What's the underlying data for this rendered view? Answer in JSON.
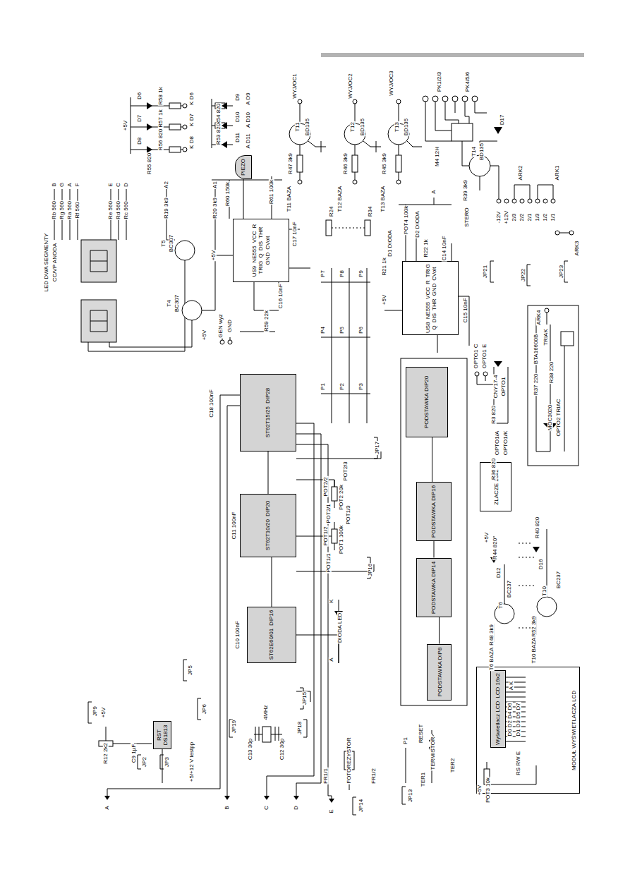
{
  "diagram": {
    "nodes": [
      {
        "text": [
          "ST62T15/25",
          "DIP28"
        ]
      },
      {
        "text": [
          "ST62T10/20",
          "DIP20"
        ]
      },
      {
        "text": [
          "ST62E60/01",
          "DIP16"
        ]
      },
      {
        "text": [
          "PIEZO"
        ]
      },
      {
        "text": [
          "US9",
          "NE555",
          "VCC",
          "R",
          "TRIG",
          "Q",
          "DIS",
          "THR",
          "GND",
          "CVolt"
        ]
      },
      {
        "text": [
          "US8",
          "NE555",
          "VCC",
          "R",
          "TRIG",
          "Q",
          "DIS",
          "THR",
          "GND",
          "CVolt"
        ]
      },
      {
        "text": [
          "PODSTAWKA DIP20"
        ]
      },
      {
        "text": [
          "PODSTAWKA DIP16"
        ]
      },
      {
        "text": [
          "PODSTAWKA DIP14"
        ]
      },
      {
        "text": [
          "PODSTAWKA DIP8"
        ]
      },
      {
        "text": [
          "ZLACZE 10x2"
        ]
      },
      {
        "text": [
          "RST",
          "DS1813"
        ]
      },
      {
        "text": [
          "MODUŁ WYŚWIETLACZA LCD"
        ]
      },
      {
        "text": [
          "Wyświetlacz LCD",
          "LCD 16x2"
        ],
        "in": 12
      }
    ],
    "edges": [
      {
        "from": 0,
        "to": 1,
        "arrow": "none"
      },
      {
        "from": 1,
        "to": 2,
        "arrow": "none"
      },
      {
        "from": 3,
        "to": 4,
        "arrow": "none"
      },
      {
        "from": 6,
        "to": 7,
        "arrow": "none"
      },
      {
        "from": 7,
        "to": 8,
        "arrow": "none"
      },
      {
        "from": 8,
        "to": 9,
        "arrow": "none"
      }
    ],
    "labels": [
      "B",
      "G",
      "A",
      "F",
      "Rb 560",
      "Rg 560",
      "Ra 560",
      "Rf 560",
      "E",
      "C",
      "D",
      "Re 560",
      "Rd 560",
      "Rc 560",
      "LED DWA SEGMENTY",
      "CC/VP ANODA",
      "A2",
      "R19 3k9",
      "T5",
      "BC307",
      "T4",
      "BC307",
      "+5V",
      "A1",
      "R20 3k9",
      "+5V",
      "D6",
      "R58 1k",
      "K D6",
      "D7",
      "R57 1k",
      "K D7",
      "D8",
      "R56 820",
      "K D8",
      "R55 820",
      "R54 820",
      "R53 820",
      "A D9",
      "A D10",
      "A D11",
      "D9",
      "D10",
      "D11",
      "WYJ/OC1",
      "T11",
      "BD135",
      "R47 3k9",
      "T11 BAZA",
      "WYJ/OC2",
      "T12",
      "BD135",
      "R46 3k9",
      "T12 BAZA",
      "WYJ/OC3",
      "T13",
      "BD135",
      "R45 3k9",
      "T13 BAZA",
      "PK1/2/3",
      "PK4/5/6",
      "M4 12H",
      "T14",
      "BD135",
      "D17",
      "R39 3k9",
      "STERO",
      "-12V",
      "+12V",
      "2/3",
      "2/2",
      "2/1",
      "1/3",
      "1/2",
      "1/1",
      "ARK2",
      "ARK1",
      "ARK3",
      "JP21",
      "JP22",
      "JP23",
      "R60 150k",
      "R61 100k",
      "C17 10nF",
      "C16 10nF",
      "R59 22k",
      "GEN wyz",
      "GND",
      "+5V",
      "R24",
      "R34",
      "P7",
      "P8",
      "P9",
      "P4",
      "P5",
      "P6",
      "P1",
      "P2",
      "P3",
      "POT4 100k",
      "D2 DIODA",
      "D1 DIODA",
      "R21 1k",
      "R22 1k",
      "C14 10nF",
      "A",
      "+5V",
      "C15 10nF",
      "OPTO1 C",
      "OPTO1 E",
      "CNY17-4",
      "OPTO1",
      "R3 820",
      "OPTO1/A",
      "OPTO1/K",
      "R36 820",
      "R37 220",
      "R38 220",
      "MOC3020",
      "OPTO2 TRIAC",
      "BTA16600B",
      "TRIAK",
      "ARK4",
      "+5V",
      "R44 820",
      "R40 820",
      "D12",
      "D16",
      "T6",
      "BC237",
      "T10",
      "BC237",
      "R48 3k9",
      "R52 3k9",
      "T6 BAZA",
      "T10 BAZA",
      "+5V",
      "POT3 10k",
      "RS RW E",
      "D0 D2 D4 D6",
      "D1 D3 D5 D7",
      "A K",
      "A",
      "B",
      "C",
      "D",
      "E",
      "R12 2k2",
      "C9 1µF",
      "JP9",
      "+5V",
      "JP2",
      "JP3",
      "+5/+12 V testpp",
      "JP5",
      "JP6",
      "JP19",
      "JP18",
      "C13 30p",
      "C12 30p",
      "4MHz",
      "JP15",
      "JP16",
      "JP17",
      "POT2 20k",
      "POT2/3",
      "POT2/2",
      "POT2/1",
      "POT1 100k",
      "POT1/3",
      "POT1/2",
      "POT1/1",
      "DIODA LED",
      "A",
      "K",
      "FOTOREZYSTOR",
      "FR1/1",
      "FR1/2",
      "P1",
      "RESET",
      "TERMISTOR",
      "TER1",
      "TER2",
      "JP13",
      "JP14",
      "C18 100nF",
      "C11 100nF",
      "C10 100nF"
    ]
  }
}
